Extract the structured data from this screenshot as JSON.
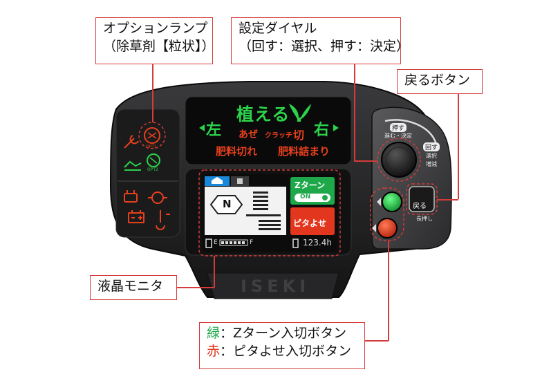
{
  "callouts": {
    "option_lamp": {
      "line1": "オプションランプ",
      "line2": "（除草剤【粒状】）"
    },
    "dial": {
      "line1": "設定ダイヤル",
      "line2": "（回す：選択、押す：決定）"
    },
    "back": {
      "line1": "戻るボタン"
    },
    "lcd": {
      "line1": "液晶モニタ"
    },
    "buttons": {
      "green_prefix": "緑",
      "green_text": "：Zターン入切ボタン",
      "red_prefix": "赤",
      "red_text": "：ピタよせ入切ボタン"
    }
  },
  "panel": {
    "left": "左",
    "right": "右",
    "plant": "植える",
    "aze": "あぜ",
    "clutch": "クラッチ",
    "kiri": "切",
    "hiryo_kire": "肥料切れ",
    "hiryo_tsumari": "肥料詰まり",
    "opt1": "OPT1",
    "opt2": "OPT2",
    "brand": "ISEKI"
  },
  "dial_labels": {
    "push": "押す",
    "push_desc": "進む・決定",
    "turn": "回す",
    "turn_desc1": "選択",
    "turn_desc2": "増減"
  },
  "back_button": {
    "label": "戻る",
    "hold": "長押し"
  },
  "lcd": {
    "gear": "N",
    "zturn_title": "Zターン",
    "zturn_state": "ON",
    "pita_title": "ピタよせ",
    "fuel_e": "E",
    "fuel_f": "F",
    "hours": "123.4h"
  },
  "colors": {
    "callout_border": "#d63a3a",
    "lamp_red": "#e8401c",
    "lamp_green": "#2bd24a",
    "zturn_green": "#1fa84a",
    "pita_red": "#e3361e"
  }
}
